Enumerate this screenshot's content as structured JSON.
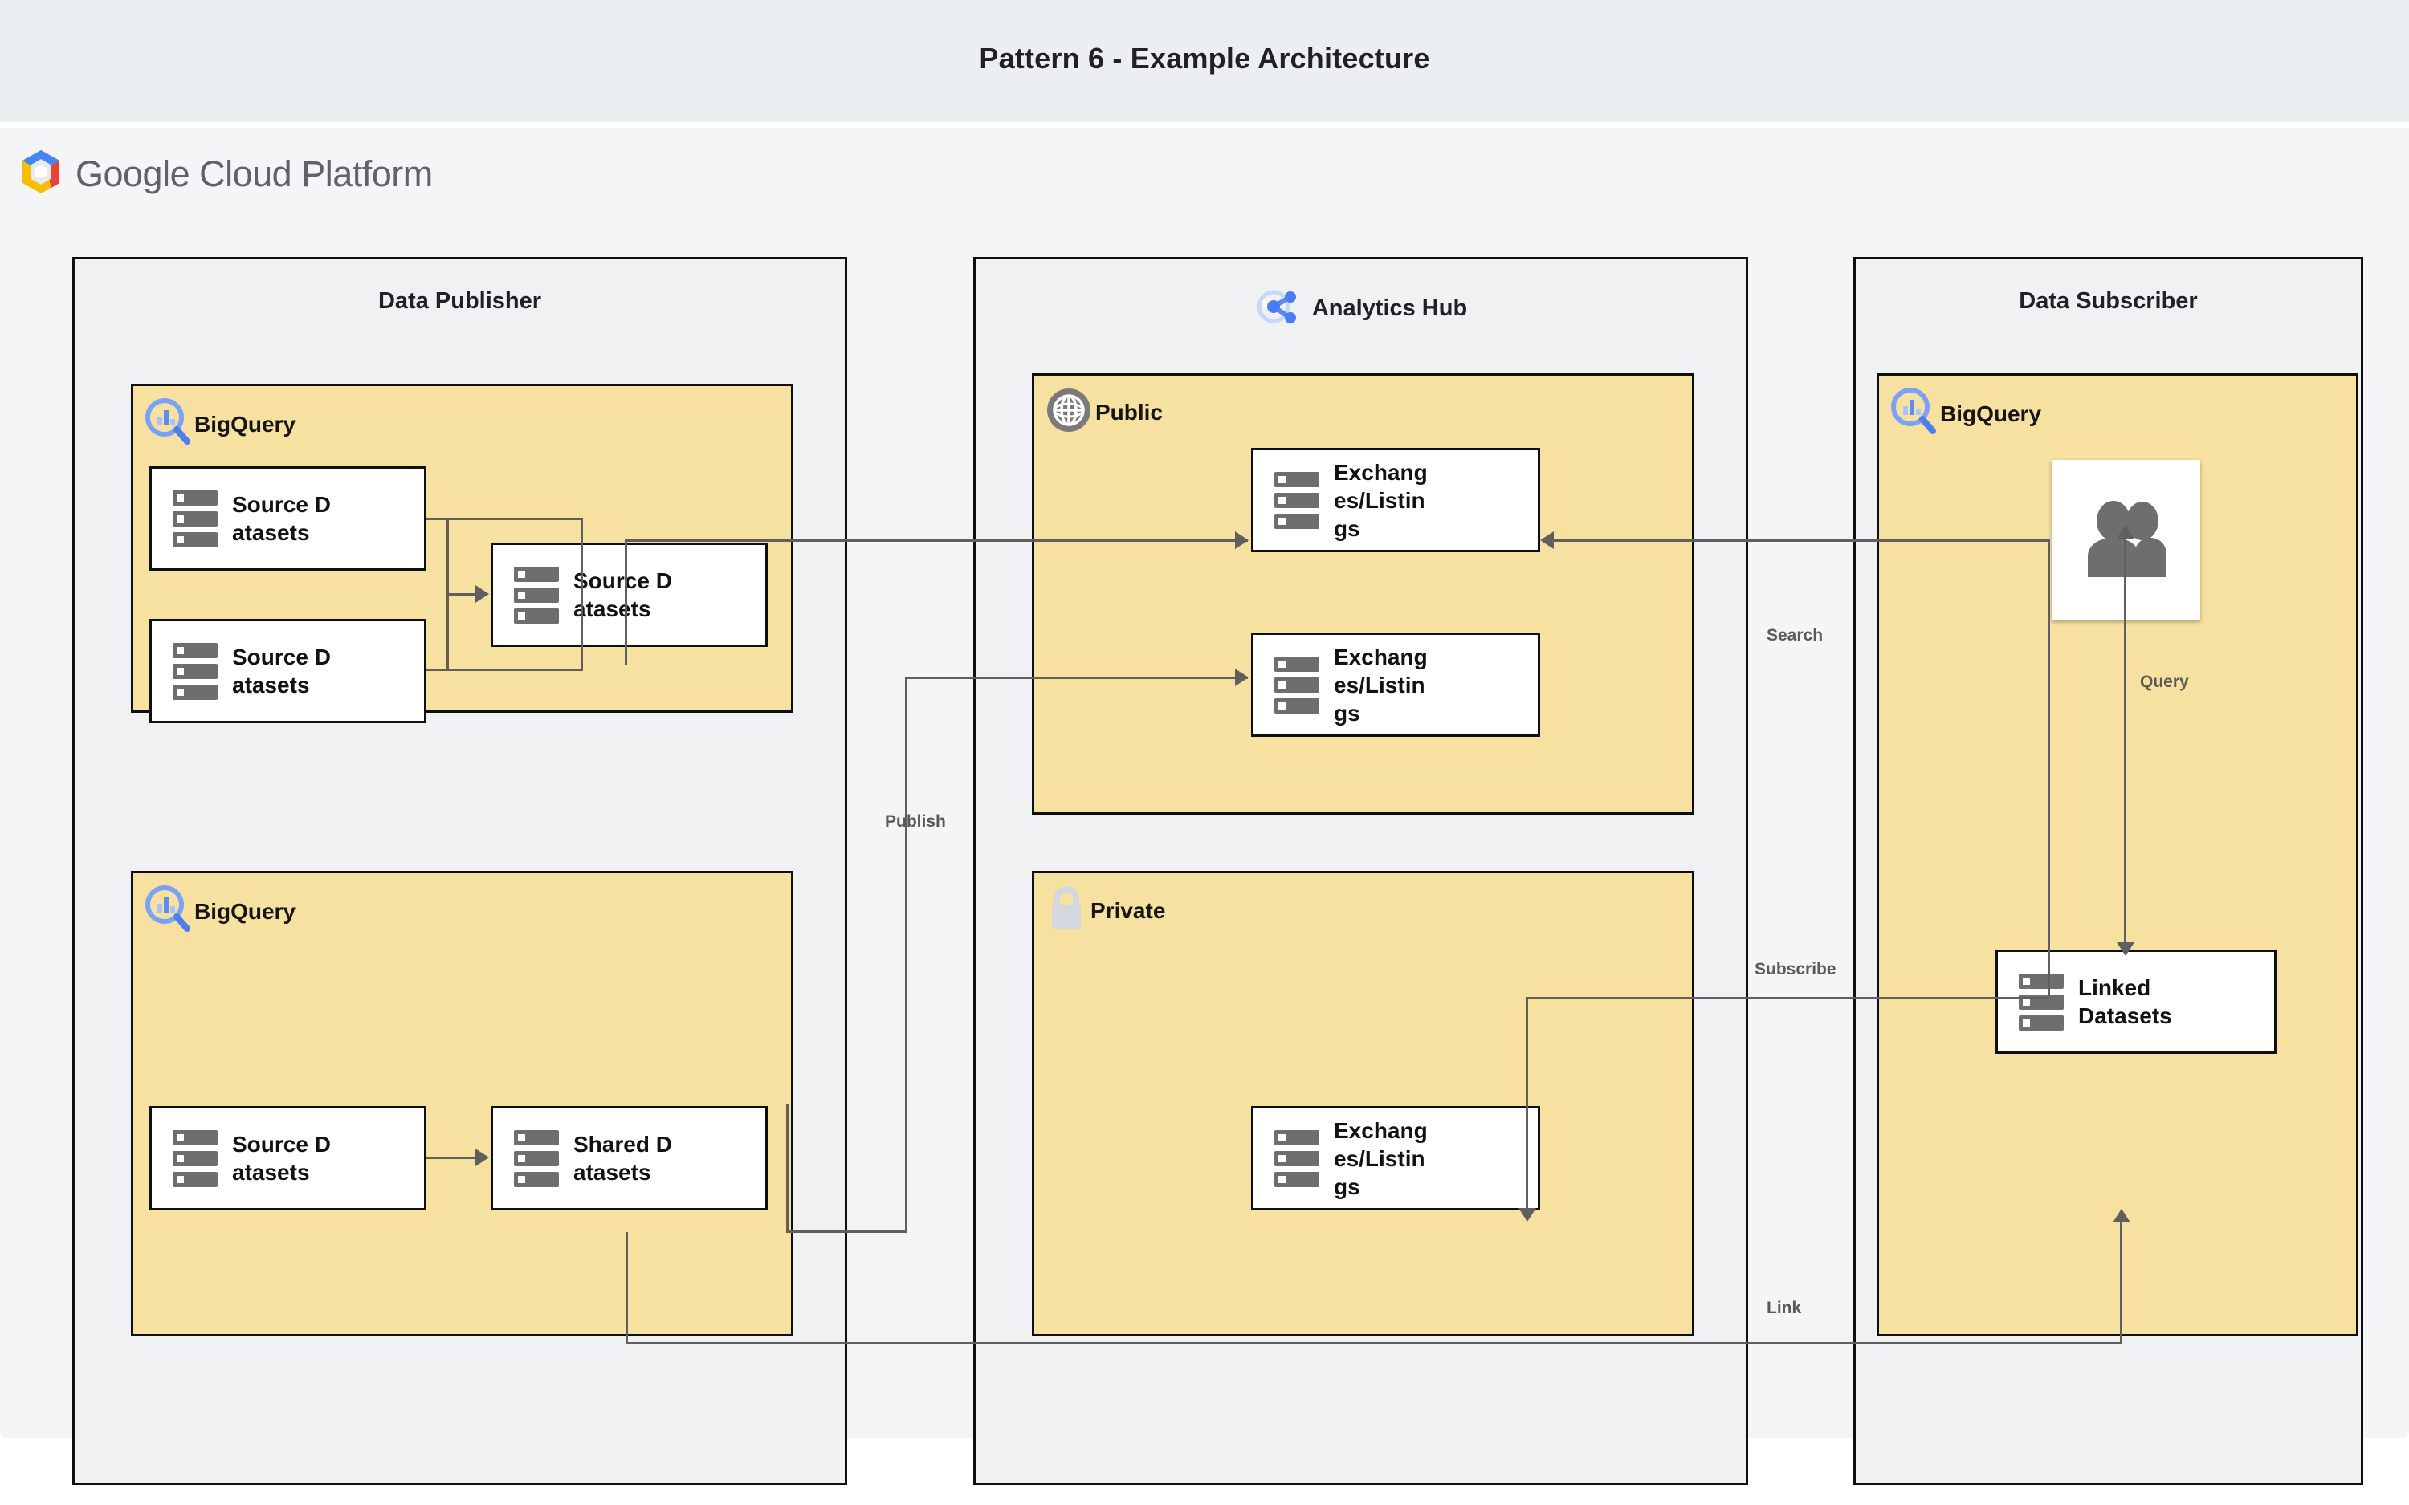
{
  "page": {
    "title": "Pattern 6 - Example Architecture",
    "brand": "Google Cloud Platform",
    "brand_icon": "google-cloud-hexagon-logo",
    "colors": {
      "title_bar_bg": "#eceff1",
      "canvas_bg": "#f4f5f6",
      "zone_bg": "#eff1f3",
      "group_yellow": "#f6e1a0",
      "node_bg": "#ffffff",
      "stroke": "#0f0f0f",
      "edge": "#5f5f5f",
      "icon_gray": "#6e6e6e",
      "bigquery_blue": "#669df6",
      "lock_gray": "#d3d8e0"
    }
  },
  "zones": [
    {
      "id": "publisher",
      "title": "Data Publisher",
      "icon": null
    },
    {
      "id": "hub",
      "title": "Analytics Hub",
      "icon": "analytics-hub-share-icon"
    },
    {
      "id": "subscriber",
      "title": "Data Subscriber",
      "icon": null
    }
  ],
  "groups": [
    {
      "id": "pub-bq-top",
      "label": "BigQuery",
      "icon": "bigquery-magnifier-icon"
    },
    {
      "id": "pub-bq-bottom",
      "label": "BigQuery",
      "icon": "bigquery-magnifier-icon"
    },
    {
      "id": "hub-public",
      "label": "Public",
      "icon": "globe-icon"
    },
    {
      "id": "hub-private",
      "label": "Private",
      "icon": "lock-icon"
    },
    {
      "id": "sub-bq",
      "label": "BigQuery",
      "icon": "bigquery-magnifier-icon"
    }
  ],
  "nodes": [
    {
      "id": "src-1",
      "label": "Source Datasets",
      "icon": "dataset-stack-icon"
    },
    {
      "id": "src-2",
      "label": "Source Datasets",
      "icon": "dataset-stack-icon"
    },
    {
      "id": "src-3",
      "label": "Source Datasets",
      "icon": "dataset-stack-icon"
    },
    {
      "id": "src-4",
      "label": "Source Datasets",
      "icon": "dataset-stack-icon"
    },
    {
      "id": "shared-1",
      "label": "Shared Datasets",
      "icon": "dataset-stack-icon"
    },
    {
      "id": "exch-pub-1",
      "label": "Exchanges/Listings",
      "icon": "dataset-stack-icon"
    },
    {
      "id": "exch-pub-2",
      "label": "Exchanges/Listings",
      "icon": "dataset-stack-icon"
    },
    {
      "id": "exch-prv-1",
      "label": "Exchanges/Listings",
      "icon": "dataset-stack-icon"
    },
    {
      "id": "linked-1",
      "label": "Linked Datasets",
      "icon": "dataset-stack-icon"
    },
    {
      "id": "users",
      "label": "",
      "icon": "users-group-icon"
    }
  ],
  "edges": [
    {
      "id": "publish",
      "label": "Publish"
    },
    {
      "id": "search",
      "label": "Search"
    },
    {
      "id": "subscribe",
      "label": "Subscribe"
    },
    {
      "id": "query",
      "label": "Query"
    },
    {
      "id": "link",
      "label": "Link"
    }
  ]
}
